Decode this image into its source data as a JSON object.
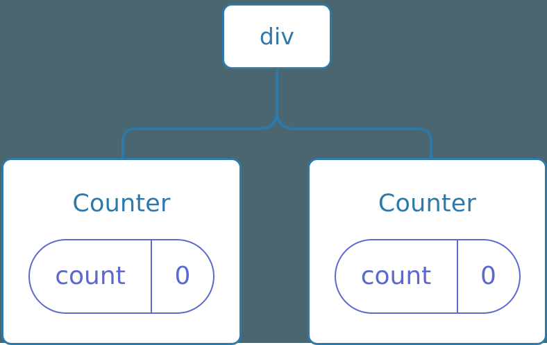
{
  "diagram": {
    "type": "component-tree",
    "background_color": "#4a6670",
    "node_border_color": "#2d7aaa",
    "node_fill_color": "#ffffff",
    "node_text_color": "#2d7aaa",
    "pill_color": "#5b68d0",
    "connector_color": "#2d7aaa",
    "root": {
      "label": "div"
    },
    "children": [
      {
        "label": "Counter",
        "state": {
          "key": "count",
          "value": "0"
        }
      },
      {
        "label": "Counter",
        "state": {
          "key": "count",
          "value": "0"
        }
      }
    ]
  }
}
